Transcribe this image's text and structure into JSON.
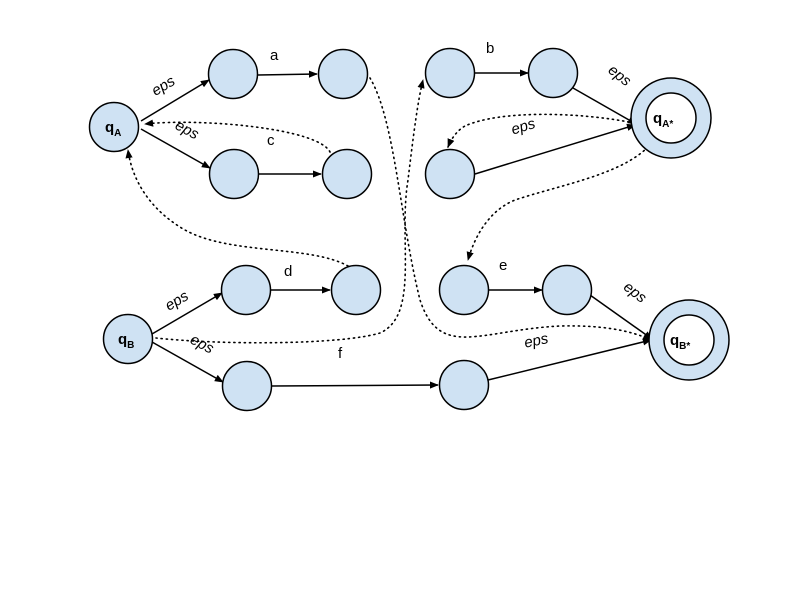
{
  "states": {
    "qA": {
      "main": "q",
      "sub": "A"
    },
    "qB": {
      "main": "q",
      "sub": "B"
    },
    "qAstar": {
      "main": "q",
      "sub": "A*"
    },
    "qBstar": {
      "main": "q",
      "sub": "B*"
    }
  },
  "labels": {
    "eps": "eps",
    "a": "a",
    "b": "b",
    "c": "c",
    "d": "d",
    "e": "e",
    "f": "f"
  },
  "colors": {
    "node_fill": "#cfe2f3",
    "stroke": "#000000"
  }
}
